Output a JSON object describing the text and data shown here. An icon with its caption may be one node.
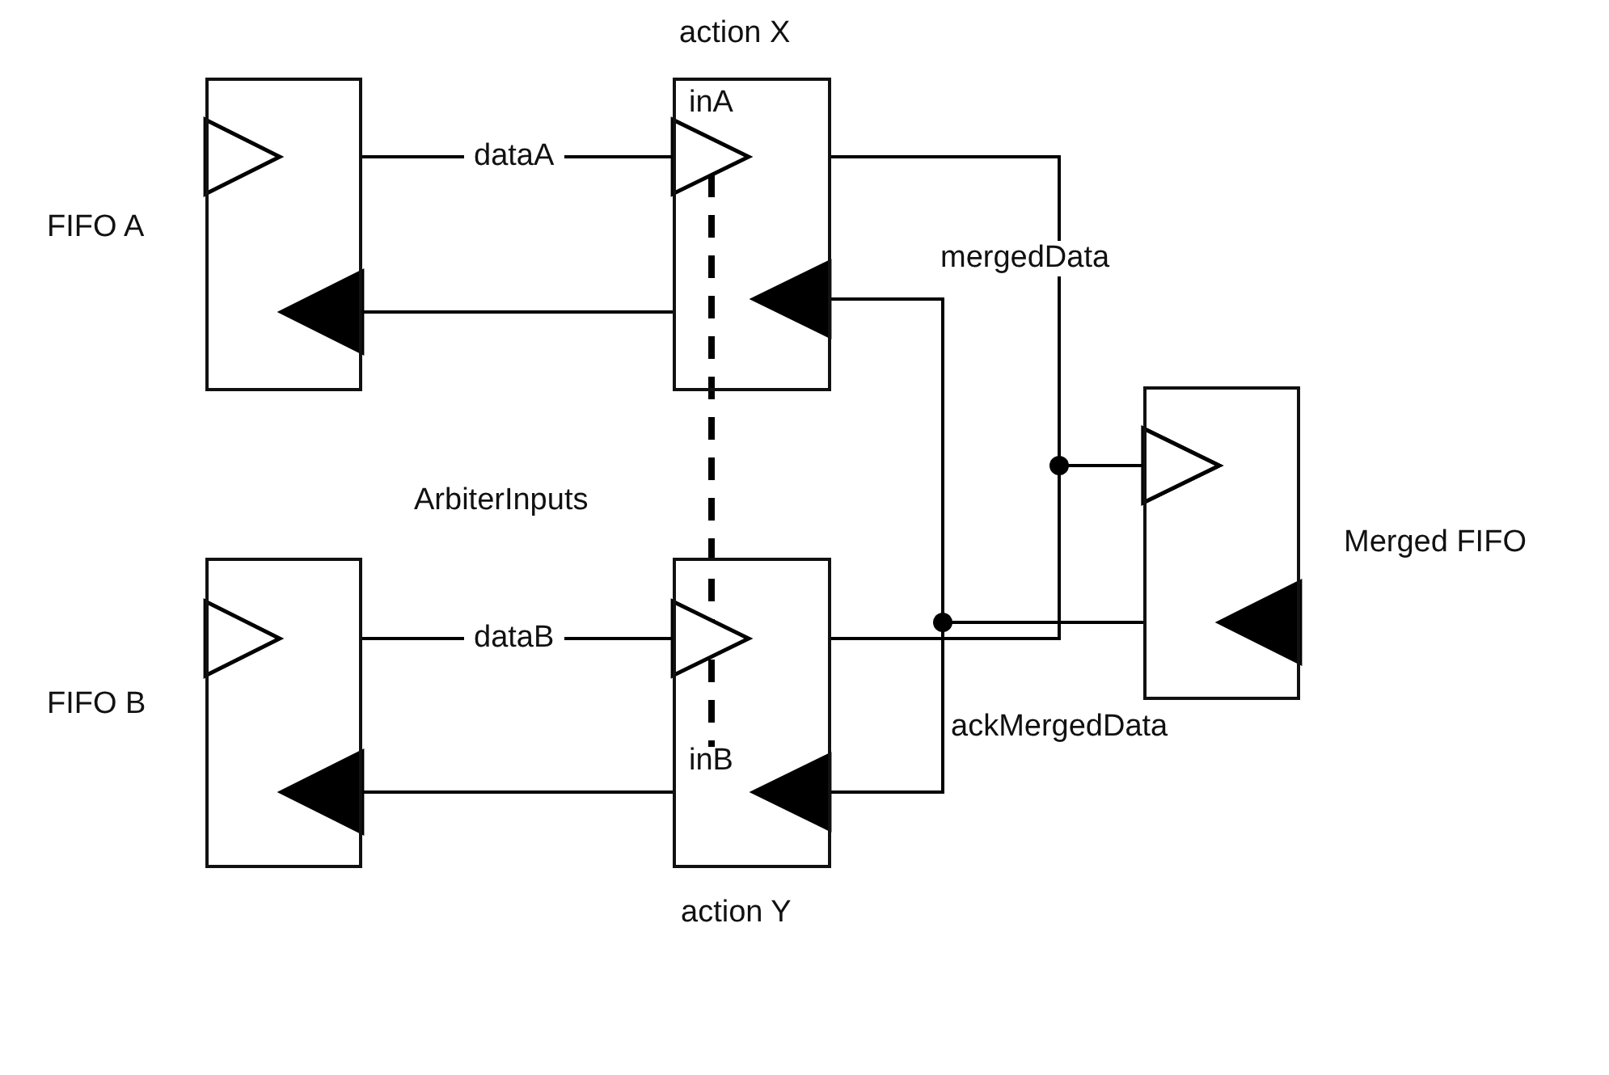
{
  "diagram": {
    "nodes": [
      {
        "text": [
          "FIFO A"
        ]
      },
      {
        "text": [
          "action X",
          "inA"
        ]
      },
      {
        "text": [
          "FIFO B"
        ]
      },
      {
        "text": [
          "inB",
          "action Y"
        ]
      },
      {
        "text": [
          "Merged FIFO"
        ]
      }
    ],
    "edges": [
      {
        "from": 0,
        "to": 1,
        "arrow": "to",
        "label": "dataA"
      },
      {
        "from": 1,
        "to": 0,
        "arrow": "to"
      },
      {
        "from": 1,
        "to": 4,
        "arrow": "to",
        "label": "mergedData"
      },
      {
        "from": 4,
        "to": 1,
        "arrow": "to"
      },
      {
        "from": 1,
        "to": 3,
        "arrow": "none",
        "style": "dashed",
        "label": "ArbiterInputs"
      },
      {
        "from": 2,
        "to": 3,
        "arrow": "to",
        "label": "dataB"
      },
      {
        "from": 3,
        "to": 2,
        "arrow": "to"
      },
      {
        "from": 3,
        "to": 4,
        "arrow": "to"
      },
      {
        "from": 4,
        "to": 3,
        "arrow": "to",
        "label": "ackMergedData"
      }
    ]
  }
}
